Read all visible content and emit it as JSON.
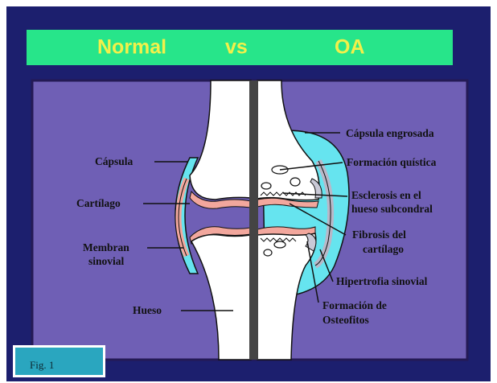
{
  "title": {
    "left": "Normal",
    "middle": "vs",
    "right": "OA"
  },
  "labels": {
    "capsula": "Cápsula",
    "cartilago": "Cartílago",
    "membrana_line1": "Membran",
    "membrana_line2": "sinovial",
    "hueso": "Hueso",
    "capsula_engrosada": "Cápsula engrosada",
    "formacion_quistica": "Formación quística",
    "esclerosis_line1": "Esclerosis en el",
    "esclerosis_line2": "hueso subcondral",
    "fibrosis_line1": "Fibrosis del",
    "fibrosis_line2": "cartílago",
    "hipertrofia": "Hipertrofia sinovial",
    "osteofitos_line1": "Formación de",
    "osteofitos_line2": "Osteofitos"
  },
  "caption": "Fig. 1",
  "colors": {
    "background": "#1c1f6e",
    "title_bar": "#27e58a",
    "title_text": "#f2f04a",
    "panel": "#6f5fb5",
    "capsule": "#66e4ef",
    "cartilage": "#f2a79d",
    "bone": "#ffffff",
    "divider": "#444444",
    "caption_bg": "#2aa6bf"
  }
}
